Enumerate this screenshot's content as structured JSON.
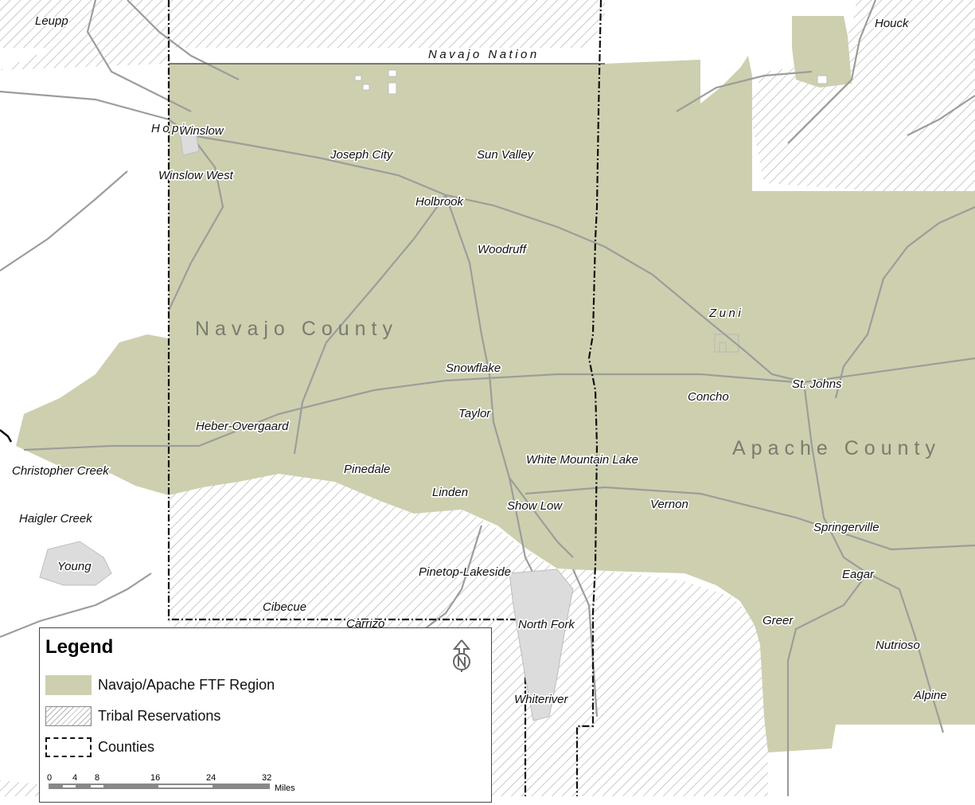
{
  "map": {
    "tribal_labels": [
      "Navajo Nation",
      "Zuni",
      "Hopi"
    ],
    "region_labels": [
      "Navajo County",
      "Apache County"
    ],
    "places": [
      "Leupp",
      "Houck",
      "Winslow",
      "Winslow West",
      "Joseph City",
      "Sun Valley",
      "Holbrook",
      "Woodruff",
      "Snowflake",
      "Taylor",
      "Heber-Overgaard",
      "Christopher Creek",
      "Haigler Creek",
      "Young",
      "Pinedale",
      "Linden",
      "Show Low",
      "White Mountain Lake",
      "Concho",
      "St. Johns",
      "Vernon",
      "Springerville",
      "Eagar",
      "Pinetop-Lakeside",
      "Cibecue",
      "Carrizo",
      "North Fork",
      "Greer",
      "Nutrioso",
      "Whiteriver",
      "Alpine"
    ],
    "colors": {
      "ftf_region": "#cdcfaf",
      "hatch": "#b5b5b5",
      "roads": "#9a9a9a",
      "county_line": "#111111"
    }
  },
  "legend": {
    "title": "Legend",
    "items": [
      {
        "label": "Navajo/Apache FTF Region",
        "swatch": "ftf-fill"
      },
      {
        "label": "Tribal Reservations",
        "swatch": "diagonal-hatch"
      },
      {
        "label": "Counties",
        "swatch": "dash-dot-outline"
      }
    ],
    "north_icon": "north-arrow-icon",
    "scale": {
      "ticks": [
        "0",
        "4",
        "8",
        "16",
        "24",
        "32"
      ],
      "unit": "Miles"
    }
  }
}
